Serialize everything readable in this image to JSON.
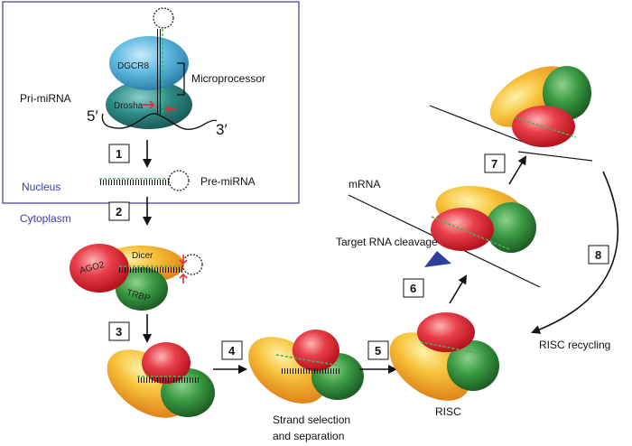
{
  "labels": {
    "dgcr8": "DGCR8",
    "microprocessor": "Microprocessor",
    "drosha": "Drosha",
    "pri_mirna": "Pri-miRNA",
    "five_prime": "5′",
    "three_prime": "3′",
    "nucleus": "Nucleus",
    "pre_mirna": "Pre-miRNA",
    "cytoplasm": "Cytoplasm",
    "ago2": "AGO2",
    "dicer": "Dicer",
    "trbp": "TRBP",
    "strand_selection_1": "Strand selection",
    "strand_selection_2": "and separation",
    "risc": "RISC",
    "mrna": "mRNA",
    "target_cleavage": "Target RNA cleavage",
    "risc_recycling": "RISC recycling"
  },
  "steps": [
    "1",
    "2",
    "3",
    "4",
    "5",
    "6",
    "7",
    "8"
  ],
  "colors": {
    "nucleus_border": "#3a3a8c",
    "dgcr8": "#4aa6cf",
    "drosha": "#2f7c7a",
    "ago2_red": "#e02f3c",
    "orange": "#f2a21d",
    "green": "#2f8a3a",
    "rna_green": "#4caf50",
    "cleave_arrow": "#2f3fa0",
    "nucleus_text": "#3b3bb0"
  }
}
